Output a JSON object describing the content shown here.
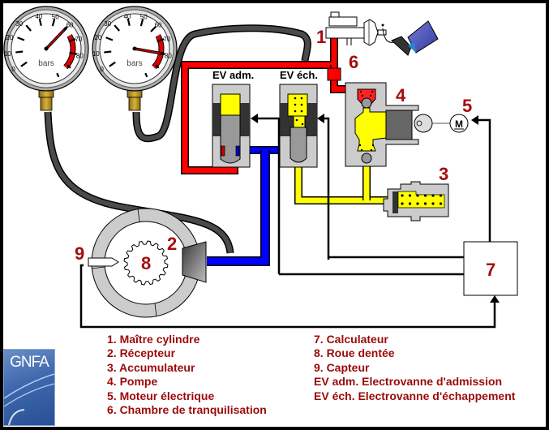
{
  "diagram": {
    "title": "Schéma du système hydraulique ABS",
    "gauges": [
      {
        "unit": "bars",
        "ticks": [
          "0",
          "10",
          "20",
          "30",
          "40",
          "50",
          "60",
          "70",
          "80"
        ],
        "needle_value": 60
      },
      {
        "unit": "bars",
        "ticks": [
          "0",
          "10",
          "20",
          "30",
          "40",
          "50",
          "60",
          "70",
          "80"
        ],
        "needle_value": 80
      }
    ],
    "valve_labels": {
      "ev_adm": "EV adm.",
      "ev_ech": "EV éch."
    },
    "component_numbers": {
      "n1": "1",
      "n2": "2",
      "n3": "3",
      "n4": "4",
      "n5": "5",
      "n6": "6",
      "n7": "7",
      "n8": "8",
      "n9": "9"
    },
    "motor_symbol": "M",
    "colors": {
      "master_pressure": "#ff0000",
      "receiver_line": "#0000ff",
      "return_line": "#ffff00",
      "hose": "#4a4a4a",
      "number_text": "#a50d0d"
    }
  },
  "legend": {
    "left": [
      "1. Maître cylindre",
      "2. Récepteur",
      "3. Accumulateur",
      "4. Pompe",
      "5. Moteur électrique",
      "6. Chambre de tranquilisation"
    ],
    "right": [
      "7. Calculateur",
      "8. Roue dentée",
      "9. Capteur",
      "EV adm. Electrovanne d'admission",
      "EV éch. Electrovanne d'échappement"
    ]
  },
  "logo": {
    "text": "GNFA"
  }
}
